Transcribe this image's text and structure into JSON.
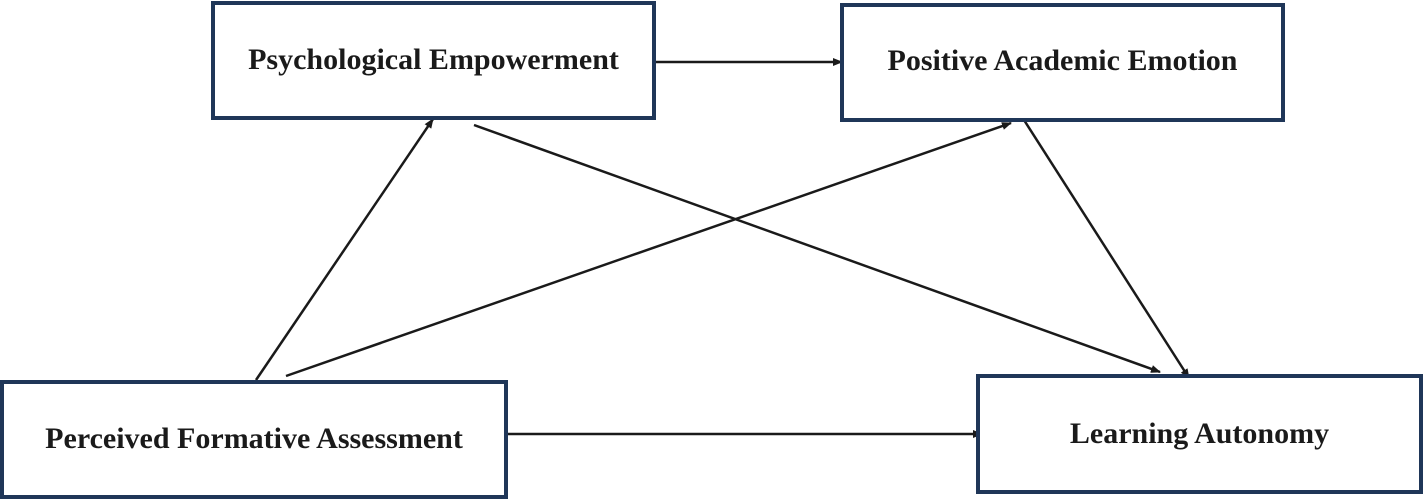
{
  "colors": {
    "box_border": "#1f3658",
    "arrow": "#1a1a1a",
    "text": "#1a1a1a",
    "background": "#ffffff"
  },
  "nodes": {
    "pe": {
      "label": "Psychological Empowerment"
    },
    "pae": {
      "label": "Positive Academic Emotion"
    },
    "pfa": {
      "label": "Perceived Formative Assessment"
    },
    "la": {
      "label": "Learning Autonomy"
    }
  },
  "edges": [
    {
      "from": "pe",
      "to": "pae"
    },
    {
      "from": "pfa",
      "to": "pe"
    },
    {
      "from": "pfa",
      "to": "pae"
    },
    {
      "from": "pe",
      "to": "la"
    },
    {
      "from": "pae",
      "to": "la"
    },
    {
      "from": "pfa",
      "to": "la"
    }
  ]
}
